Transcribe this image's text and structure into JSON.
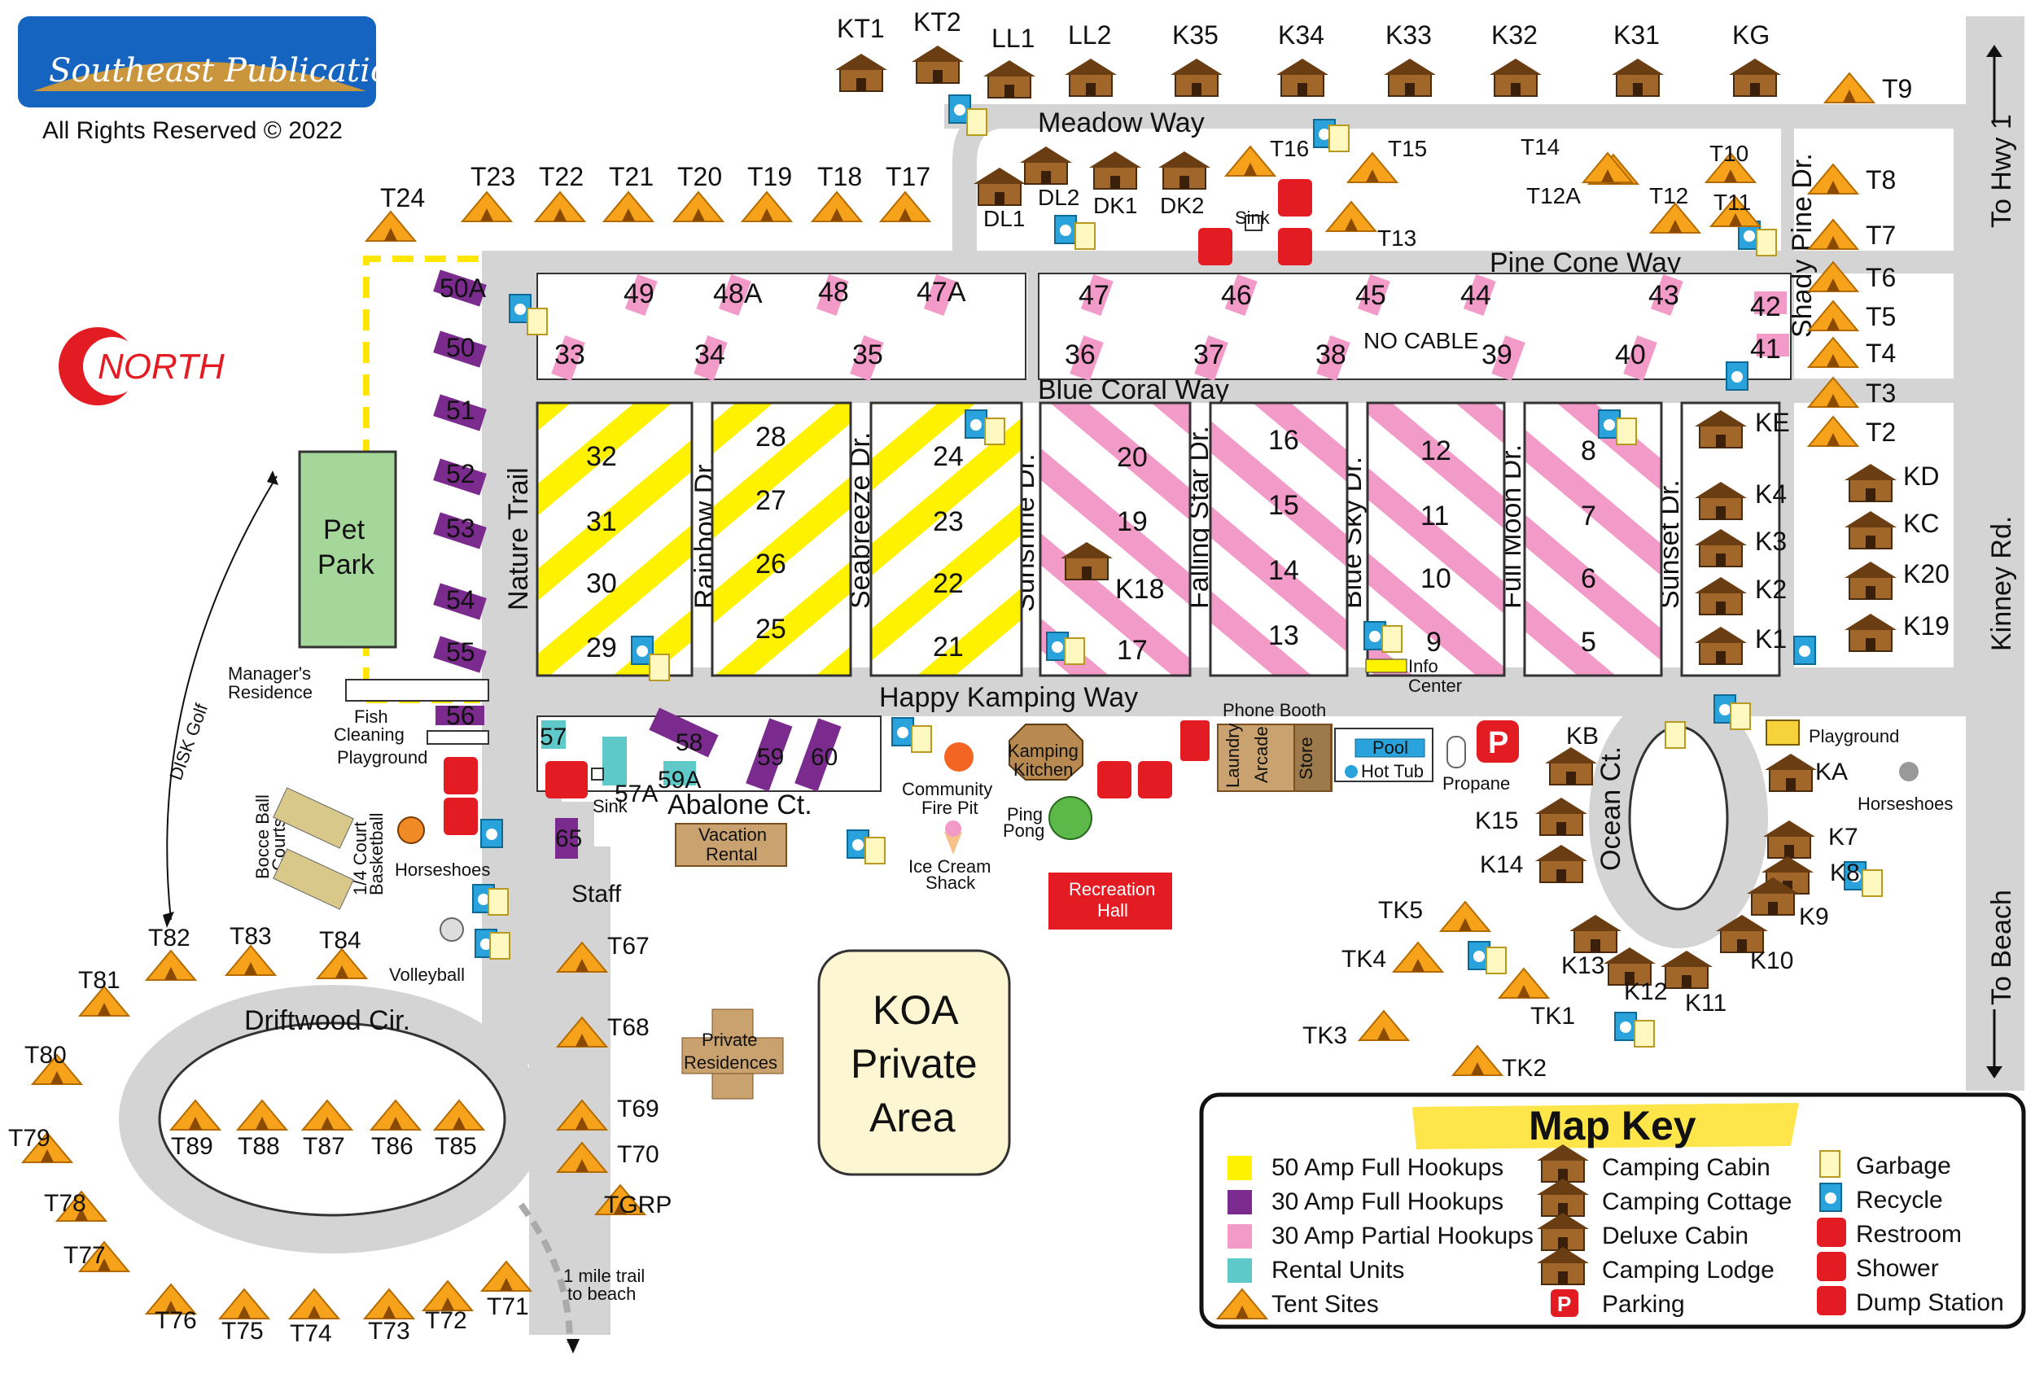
{
  "header": {
    "brand": "Southeast Publications",
    "rights": "All Rights Reserved © 2022"
  },
  "north": "NORTH",
  "roads": {
    "meadow": "Meadow Way",
    "pinecone": "Pine Cone Way",
    "bluecoral": "Blue Coral Way",
    "happy": "Happy Kamping Way",
    "abalone": "Abalone Ct.",
    "driftwood": "Driftwood Cir.",
    "ocean": "Ocean Ct.",
    "nature": "Nature Trail",
    "rainbow": "Rainbow Dr.",
    "seabreeze": "Seabreeze Dr.",
    "sunshine": "Sunshine Dr.",
    "fallingstar": "Falling Star Dr.",
    "bluesky": "Blue Sky Dr.",
    "fullmoon": "Full Moon Dr.",
    "sunset": "Sunset Dr.",
    "shadypine": "Shady Pine Dr.",
    "kinney": "Kinney Rd.",
    "tohwy": "To Hwy 1",
    "tobeach": "To Beach"
  },
  "places": {
    "petpark": [
      "Pet",
      "Park"
    ],
    "manager": [
      "Manager's",
      "Residence"
    ],
    "fish": [
      "Fish",
      "Cleaning"
    ],
    "playground_left": "Playground",
    "playground_right": "Playground",
    "bocce": [
      "Bocce Ball",
      "Courts"
    ],
    "basketball": [
      "1/4 Court",
      "Basketball"
    ],
    "horseshoes_left": "Horseshoes",
    "horseshoes_right": "Horseshoes",
    "volleyball": "Volleyball",
    "discgolf": "DISK Golf",
    "staff": "Staff",
    "sink_top": "Sink",
    "sink_bottom": "Sink",
    "nocable": "NO CABLE",
    "info": [
      "Info",
      "Center"
    ],
    "phone": "Phone Booth",
    "laundry": "Laundry",
    "arcade": "Arcade",
    "store": "Store",
    "pool": "Pool",
    "hottub": "Hot Tub",
    "propane": "Propane",
    "vacation": [
      "Vacation",
      "Rental"
    ],
    "firepit": [
      "Community",
      "Fire Pit"
    ],
    "kitchen": [
      "Kamping",
      "Kitchen"
    ],
    "pingpong": [
      "Ping",
      "Pong"
    ],
    "icecream": [
      "Ice Cream",
      "Shack"
    ],
    "rechall": [
      "Recreation",
      "Hall"
    ],
    "private_res": [
      "Private",
      "Residences"
    ],
    "koa": [
      "KOA",
      "Private",
      "Area"
    ],
    "trail": [
      "1 mile trail",
      "to beach"
    ]
  },
  "sites": {
    "top_cabins": [
      "KT1",
      "KT2",
      "LL1",
      "LL2",
      "K35",
      "K34",
      "K33",
      "K32",
      "K31",
      "KG"
    ],
    "top_tents": [
      "T24",
      "T23",
      "T22",
      "T21",
      "T20",
      "T19",
      "T18",
      "T17"
    ],
    "meadow_units": [
      "DL1",
      "DL2",
      "DK1",
      "DK2",
      "T16",
      "T15",
      "T13",
      "T14",
      "T12A",
      "T12",
      "T10",
      "T11"
    ],
    "right_tents": [
      "T9",
      "T8",
      "T7",
      "T6",
      "T5",
      "T4",
      "T3",
      "T2"
    ],
    "right_cabins": [
      "KE",
      "K4",
      "K3",
      "K2",
      "K1",
      "KD",
      "KC",
      "K20",
      "K19"
    ],
    "row_upper": [
      "49",
      "48A",
      "48",
      "47A",
      "47",
      "46",
      "45",
      "44",
      "43",
      "42"
    ],
    "row_lower": [
      "33",
      "34",
      "35",
      "36",
      "37",
      "38",
      "39",
      "40",
      "41"
    ],
    "purple_left": [
      "50A",
      "50",
      "51",
      "52",
      "53",
      "54",
      "55",
      "56"
    ],
    "yellow1": [
      "32",
      "31",
      "30",
      "29"
    ],
    "yellow2": [
      "28",
      "27",
      "26",
      "25"
    ],
    "yellow3": [
      "24",
      "23",
      "22",
      "21"
    ],
    "pink1": [
      "20",
      "19",
      "17",
      "K18"
    ],
    "pink2": [
      "16",
      "15",
      "14",
      "13"
    ],
    "pink3": [
      "12",
      "11",
      "10",
      "9"
    ],
    "pink4": [
      "8",
      "7",
      "6",
      "5"
    ],
    "abalone_sites": [
      "57",
      "57A",
      "58",
      "59",
      "59A",
      "60",
      "65"
    ],
    "ocean_sites": [
      "KB",
      "KA",
      "K15",
      "K14",
      "K7",
      "K8",
      "K9",
      "K10",
      "K11",
      "K12",
      "K13",
      "TK1",
      "TK2",
      "TK3",
      "TK4",
      "TK5"
    ],
    "drift_outer": [
      "T82",
      "T83",
      "T84",
      "T81",
      "T80",
      "T79",
      "T78",
      "T77",
      "T76",
      "T75",
      "T74",
      "T73",
      "T72",
      "T71",
      "T70",
      "T69",
      "T68",
      "T67",
      "TGRP"
    ],
    "drift_inner": [
      "T89",
      "T88",
      "T87",
      "T86",
      "T85"
    ]
  },
  "legend": {
    "title": "Map Key",
    "col1": [
      "50 Amp Full Hookups",
      "30 Amp Full Hookups",
      "30 Amp Partial Hookups",
      "Rental Units",
      "Tent Sites"
    ],
    "col2": [
      "Camping Cabin",
      "Camping Cottage",
      "Deluxe Cabin",
      "Camping Lodge",
      "Parking"
    ],
    "col3": [
      "Garbage",
      "Recycle",
      "Restroom",
      "Shower",
      "Dump Station"
    ]
  },
  "colors": {
    "amp50": "#fff200",
    "amp30full": "#7b2b8e",
    "amp30partial": "#f39bc8",
    "rental": "#5fc8c8",
    "road": "#d4d4d4",
    "tent": "#f7a21b",
    "cabin": "#a0662a",
    "red": "#e31b23",
    "brand": "#1565c0",
    "petpark": "#a5d69a"
  }
}
